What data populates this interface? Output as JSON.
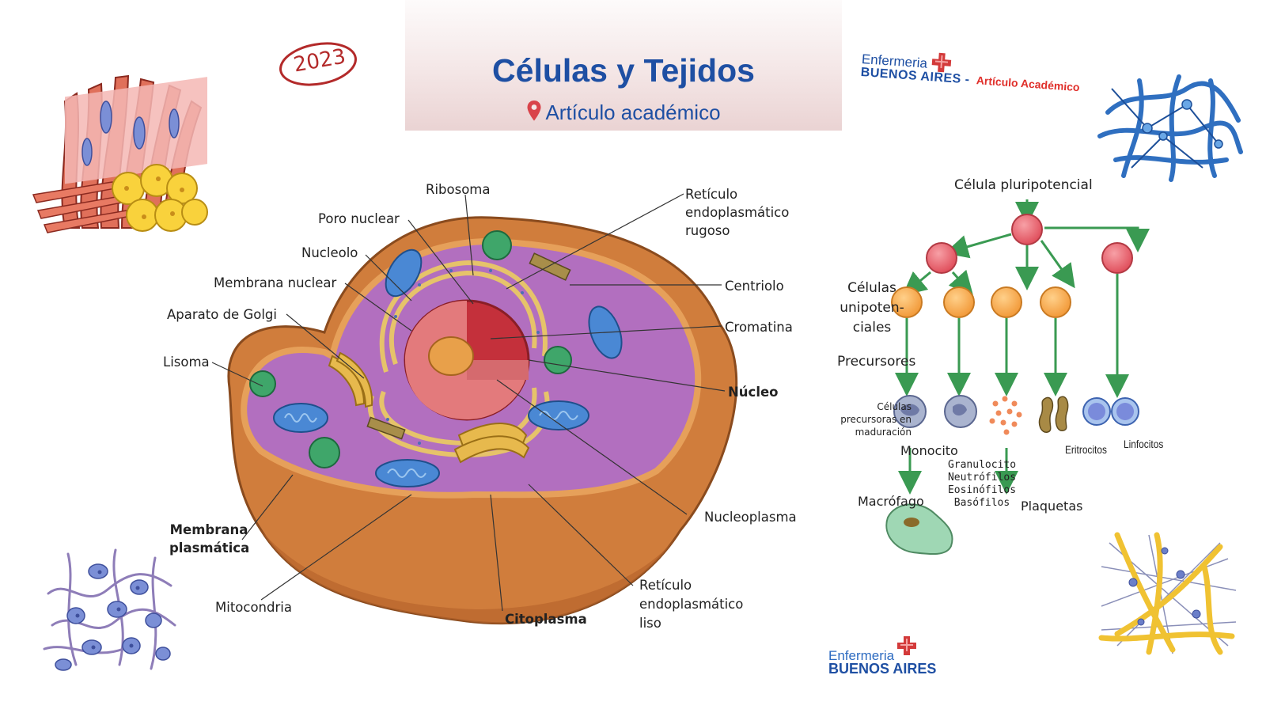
{
  "header": {
    "title": "Células y Tejidos",
    "subtitle": "Artículo académico"
  },
  "year_stamp": "2023",
  "brand_top": {
    "line1": "Enfermeria",
    "line2": "BUENOS AIRES -",
    "line3": "Artículo Académico"
  },
  "brand_bottom": {
    "line1": "Enfermeria",
    "line2": "BUENOS AIRES"
  },
  "cell_diagram": {
    "labels": {
      "ribosoma": "Ribosoma",
      "poro_nuclear": "Poro nuclear",
      "nucleolo": "Nucleolo",
      "membrana_nuclear": "Membrana nuclear",
      "aparato_golgi": "Aparato de Golgi",
      "lisoma": "Lisoma",
      "membrana_plasmatica_1": "Membrana",
      "membrana_plasmatica_2": "plasmática",
      "mitocondria": "Mitocondria",
      "citoplasma": "Citoplasma",
      "reticulo_liso_1": "Retículo",
      "reticulo_liso_2": "endoplasmático",
      "reticulo_liso_3": "liso",
      "nucleoplasma": "Nucleoplasma",
      "nucleo": "Núcleo",
      "cromatina": "Cromatina",
      "centriolo": "Centriolo",
      "reticulo_rugoso_1": "Retículo",
      "reticulo_rugoso_2": "endoplasmático",
      "reticulo_rugoso_3": "rugoso"
    }
  },
  "hematopoiesis": {
    "celula_pluripotencial": "Célula pluripotencial",
    "celulas_unipotenciales_1": "Células",
    "celulas_unipotenciales_2": "unipoten-",
    "celulas_unipotenciales_3": "ciales",
    "precursores": "Precursores",
    "maduracion_1": "Células",
    "maduracion_2": "precursoras en",
    "maduracion_3": "maduración",
    "monocito": "Monocito",
    "eritrocitos": "Eritrocitos",
    "linfocitos": "Linfocitos",
    "granulocito": "Granulocito",
    "neutrofilos": "Neutrófilos",
    "eosinofilos": "Eosinófilos",
    "basofilos": "Basófilos",
    "macrofago": "Macrófago",
    "plaquetas": "Plaquetas"
  },
  "colors": {
    "title_blue": "#1e4fa3",
    "stamp_red": "#b32a2a",
    "arrow_green": "#3a9a52",
    "stem_red": "#e8606a",
    "unipotent_orange": "#f6a44c"
  }
}
